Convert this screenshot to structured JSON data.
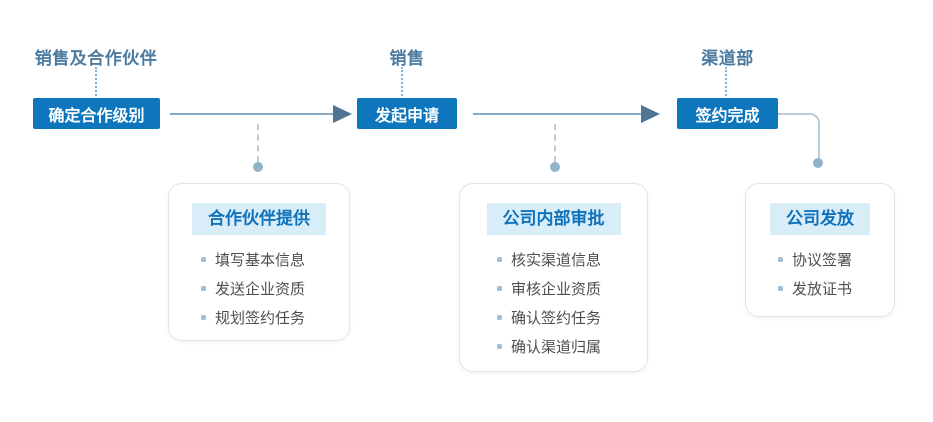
{
  "flow": {
    "stages": [
      {
        "role": "销售及合作伙伴",
        "step": "确定合作级别",
        "card": {
          "title": "合作伙伴提供",
          "items": [
            "填写基本信息",
            "发送企业资质",
            "规划签约任务"
          ]
        }
      },
      {
        "role": "销售",
        "step": "发起申请",
        "card": {
          "title": "公司内部审批",
          "items": [
            "核实渠道信息",
            "审核企业资质",
            "确认签约任务",
            "确认渠道归属"
          ]
        }
      },
      {
        "role": "渠道部",
        "step": "签约完成",
        "card": {
          "title": "公司发放",
          "items": [
            "协议签署",
            "发放证书"
          ]
        }
      }
    ],
    "colors": {
      "step_bg": "#0d76bd",
      "step_text": "#ffffff",
      "role_text": "#4b7ba0",
      "arrow": "#4f7495",
      "arrow_line": "#8aa9c2",
      "connector_dotted": "#7db4d8",
      "connector_dashed": "#b9cdd9",
      "connector_dot": "#8fb3c9",
      "card_border": "#dfe6ec",
      "card_header_bg": "#d9edf9",
      "card_header_text": "#0f72bb",
      "item_text": "#4f4f4f",
      "bullet": "#a3c0d4"
    }
  }
}
